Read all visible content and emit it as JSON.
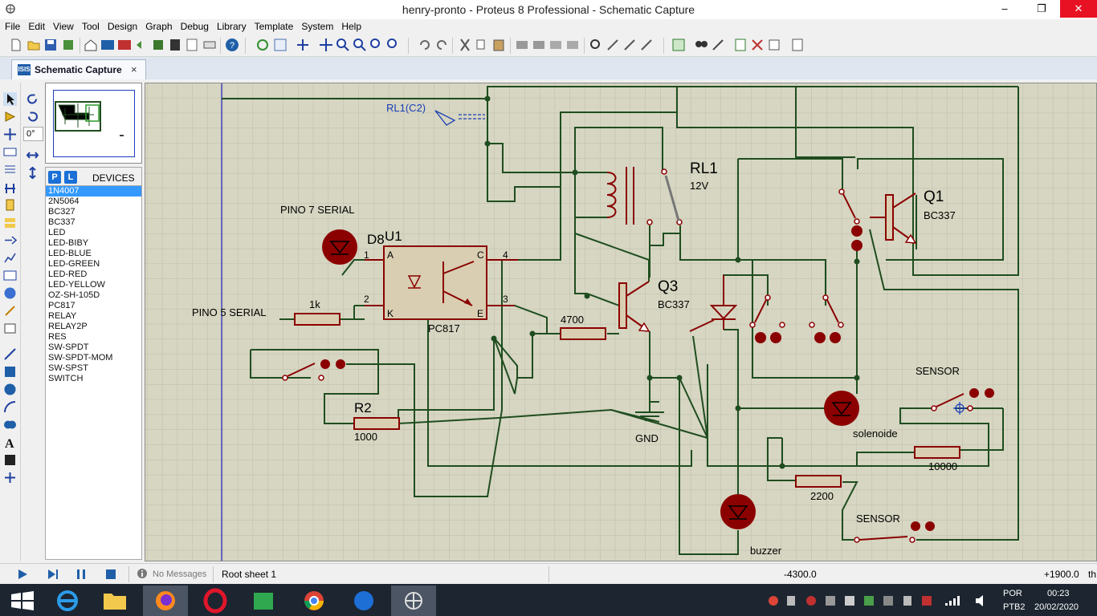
{
  "window": {
    "title": "henry-pronto - Proteus 8 Professional - Schematic Capture",
    "minimize": "–",
    "maximize": "❐",
    "close": "✕"
  },
  "menu": [
    "File",
    "Edit",
    "View",
    "Tool",
    "Design",
    "Graph",
    "Debug",
    "Library",
    "Template",
    "System",
    "Help"
  ],
  "tab": {
    "icon_text": "ISIS",
    "label": "Schematic Capture",
    "close": "×"
  },
  "angle_field": "0°",
  "devices_panel": {
    "p_label": "P",
    "l_label": "L",
    "title": "DEVICES",
    "items": [
      "1N4007",
      "2N5064",
      "BC327",
      "BC337",
      "LED",
      "LED-BIBY",
      "LED-BLUE",
      "LED-GREEN",
      "LED-RED",
      "LED-YELLOW",
      "OZ-SH-105D",
      "PC817",
      "RELAY",
      "RELAY2P",
      "RES",
      "SW-SPDT",
      "SW-SPDT-MOM",
      "SW-SPST",
      "SWITCH"
    ],
    "selected_index": 0
  },
  "schematic": {
    "labels": {
      "rl1_c2": "RL1(C2)",
      "pino7": "PINO 7 SERIAL",
      "d8": "D8",
      "u1": "U1",
      "pin1": "1",
      "pin2": "2",
      "pin3": "3",
      "pin4": "4",
      "pin_a": "A",
      "pin_c": "C",
      "pin_k": "K",
      "pin_e": "E",
      "pc817": "PC817",
      "pino5": "PINO 5 SERIAL",
      "r1k": "1k",
      "r4700": "4700",
      "r2": "R2",
      "r1000": "1000",
      "gnd": "GND",
      "rl1": "RL1",
      "v12": "12V",
      "q3": "Q3",
      "q3_type": "BC337",
      "q1": "Q1",
      "q1_type": "BC337",
      "sensor1": "SENSOR",
      "solenoide": "solenoide",
      "r10000": "10000",
      "r2200": "2200",
      "sensor2": "SENSOR",
      "buzzer": "buzzer"
    }
  },
  "status": {
    "messages": "No Messages",
    "sheet": "Root sheet 1",
    "x_coord": "-4300.0",
    "y_coord": "+1900.0",
    "unit": "th"
  },
  "taskbar": {
    "lang_top": "POR",
    "lang_bottom": "PTB2",
    "time": "00:23",
    "date": "20/02/2020"
  },
  "colors": {
    "wire": "#1f4d1f",
    "component": "#8b0000",
    "canvas": "#d6d6c2",
    "grid": "#bcbcab",
    "label_blue": "#1a3db5"
  }
}
